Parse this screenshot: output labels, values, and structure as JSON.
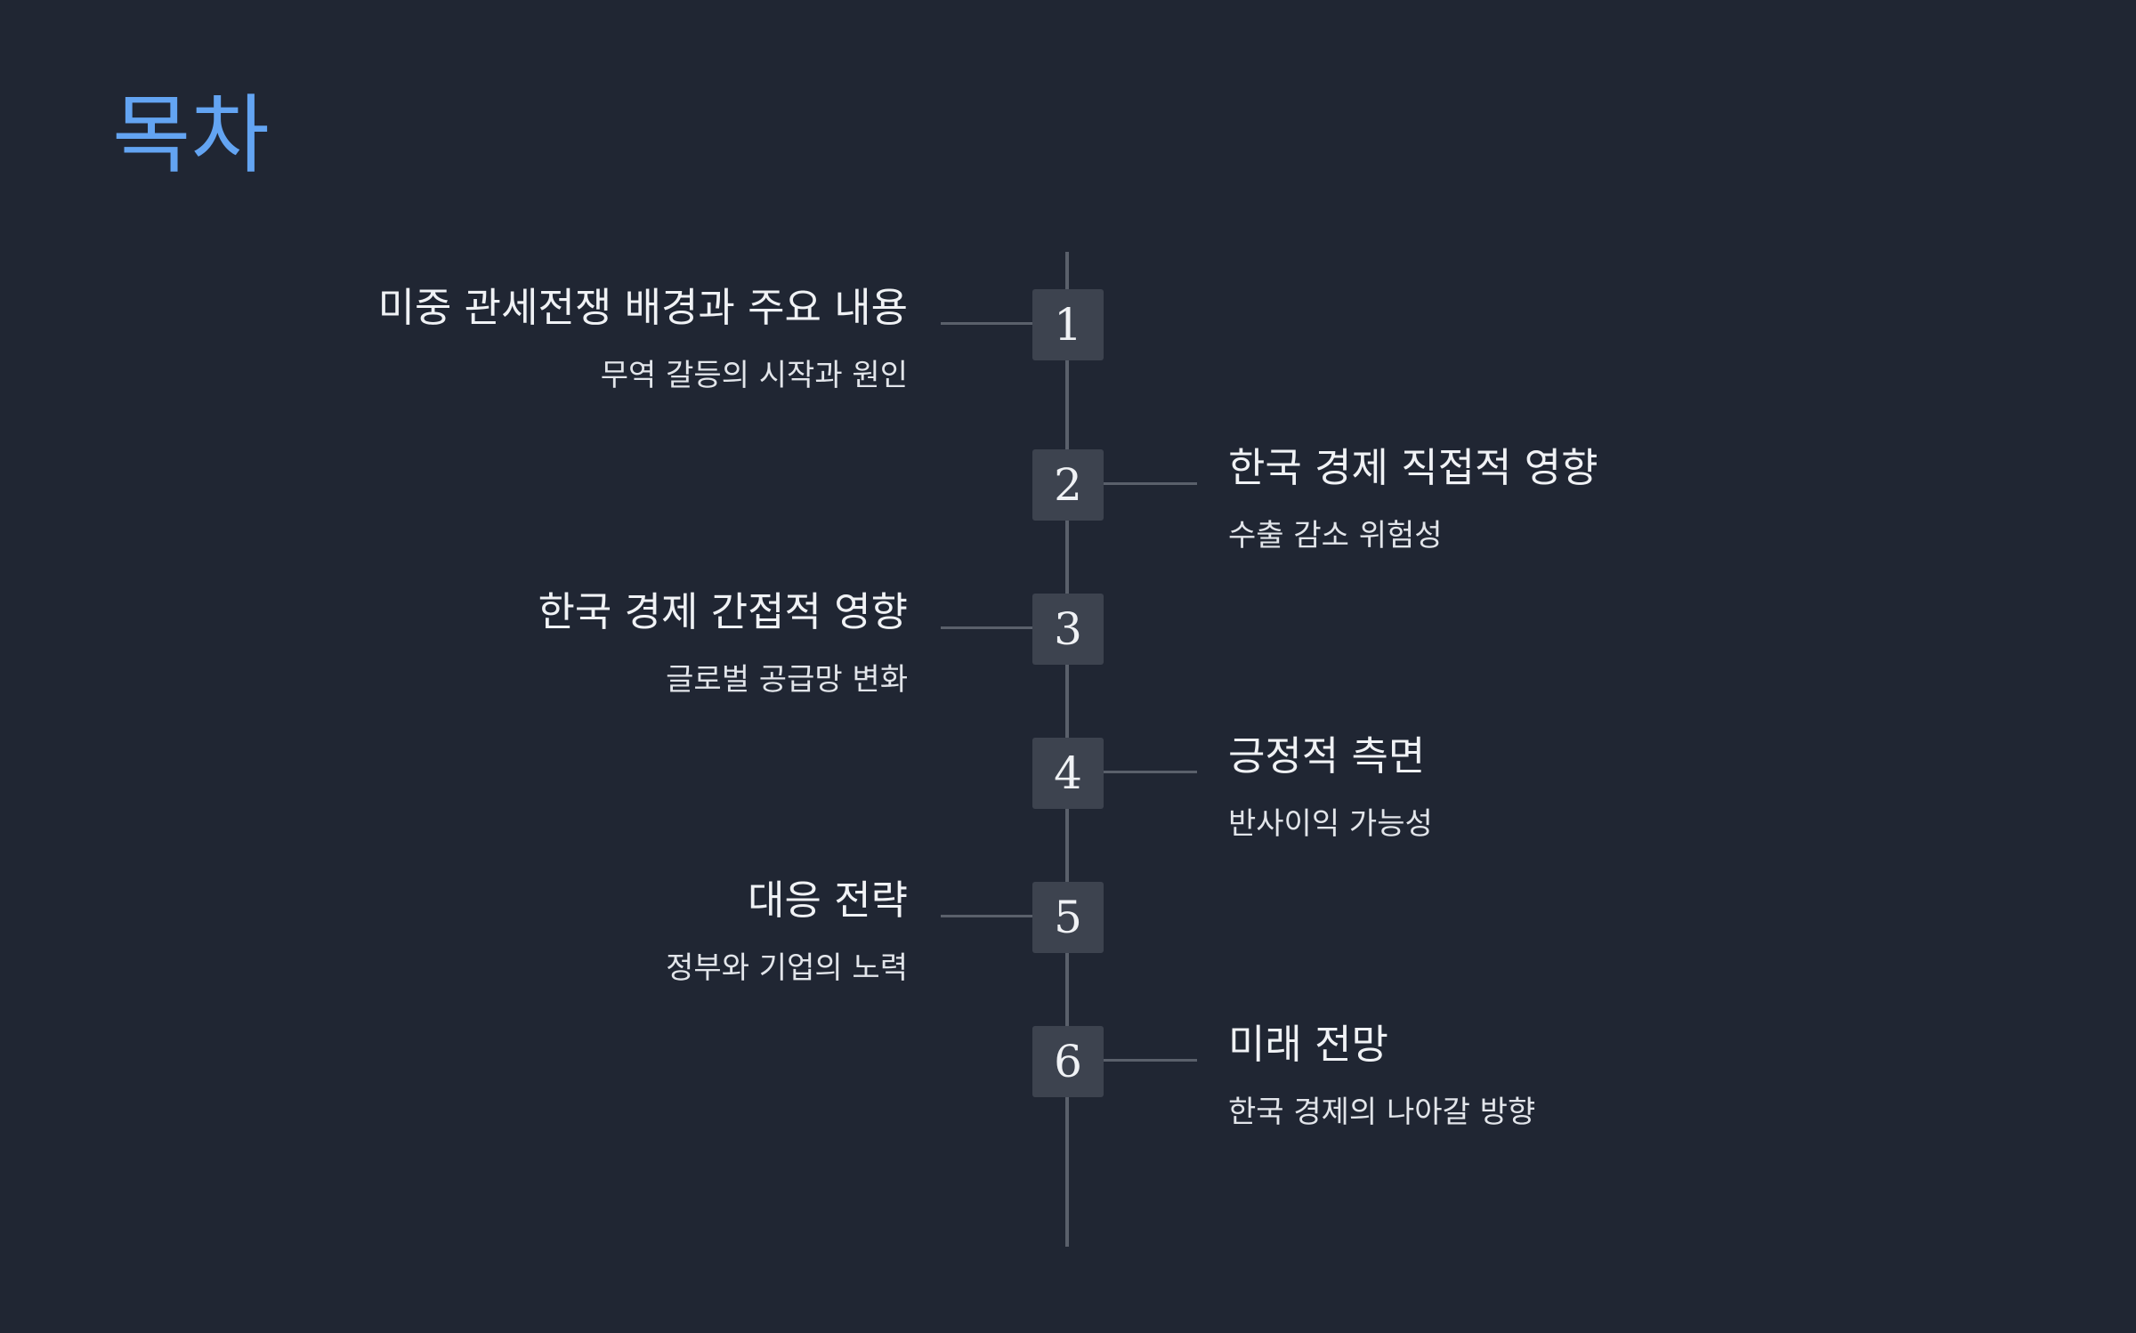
{
  "title": "목차",
  "items": [
    {
      "number": "1",
      "heading": "미중 관세전쟁 배경과 주요 내용",
      "subtitle": "무역 갈등의 시작과 원인",
      "side": "left"
    },
    {
      "number": "2",
      "heading": "한국 경제 직접적 영향",
      "subtitle": "수출 감소 위험성",
      "side": "right"
    },
    {
      "number": "3",
      "heading": "한국 경제 간접적 영향",
      "subtitle": "글로벌 공급망 변화",
      "side": "left"
    },
    {
      "number": "4",
      "heading": "긍정적 측면",
      "subtitle": "반사이익 가능성",
      "side": "right"
    },
    {
      "number": "5",
      "heading": "대응 전략",
      "subtitle": "정부와 기업의 노력",
      "side": "left"
    },
    {
      "number": "6",
      "heading": "미래 전망",
      "subtitle": "한국 경제의 나아갈 방향",
      "side": "right"
    }
  ],
  "colors": {
    "background": "#202633",
    "title": "#63a4f2",
    "number_box": "#3d434f",
    "line": "#5a606b"
  }
}
